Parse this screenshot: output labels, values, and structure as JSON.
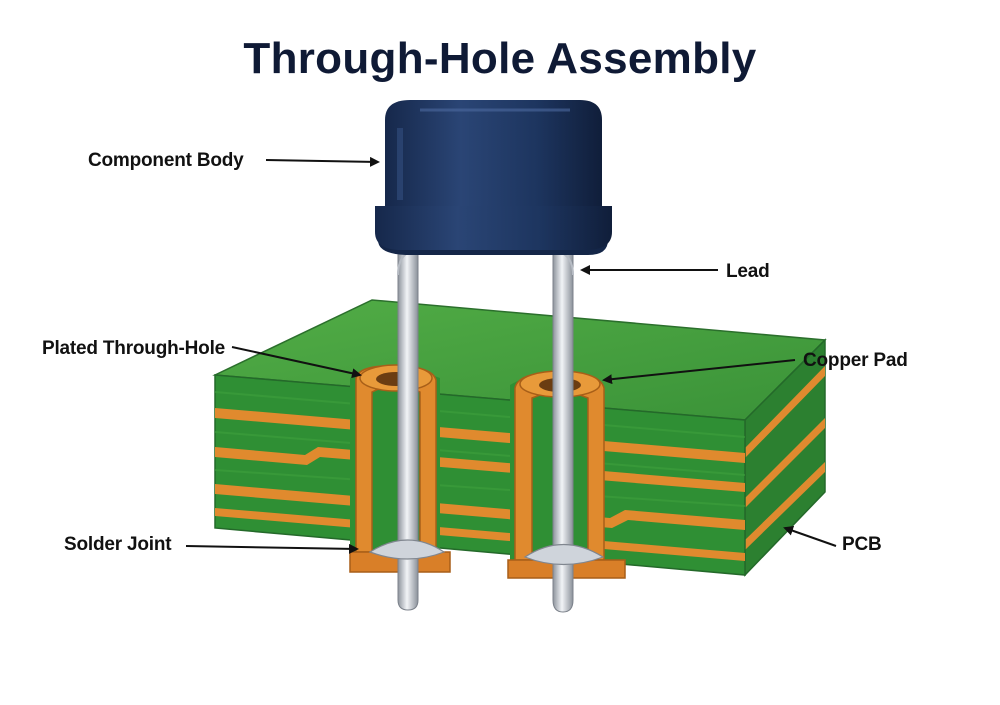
{
  "title": "Through-Hole Assembly",
  "labels": {
    "component_body": "Component Body",
    "lead": "Lead",
    "plated_through_hole": "Plated Through-Hole",
    "copper_pad": "Copper Pad",
    "solder_joint": "Solder Joint",
    "pcb": "PCB"
  },
  "colors": {
    "pcb_top": "#3f9b3c",
    "pcb_front": "#2f8f34",
    "pcb_side": "#2a7a2e",
    "copper": "#e08a2e",
    "component_body": "#1e3560",
    "lead": "#c9ced6"
  }
}
